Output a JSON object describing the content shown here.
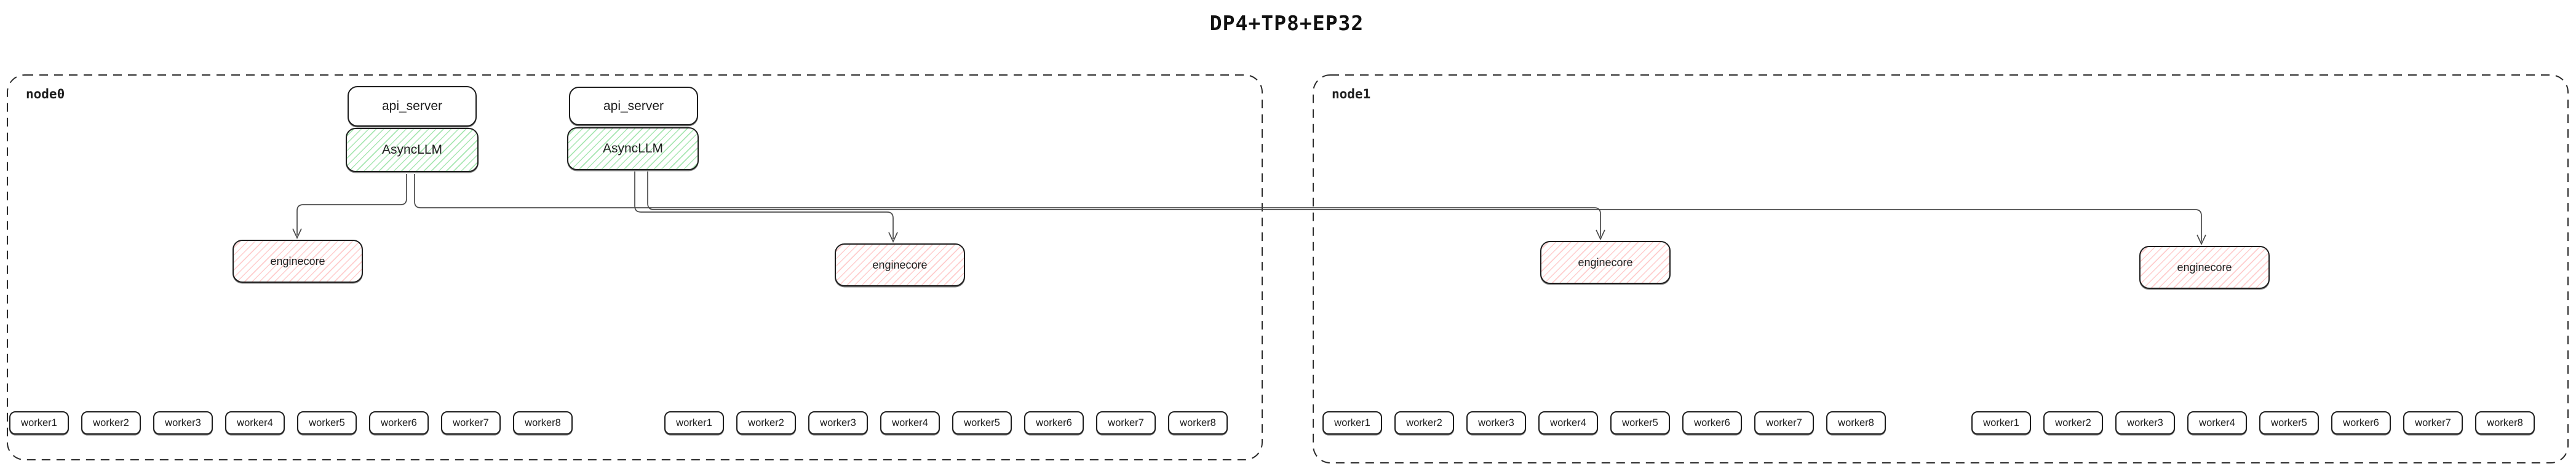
{
  "title": "DP4+TP8+EP32",
  "colors": {
    "ink": "#1e1e1e",
    "connector": "#4a4a4a",
    "async_llm_hatch": "#a9e7b3",
    "enginecore_hatch": "#ffcdcd",
    "background": "#ffffff"
  },
  "nodes": [
    {
      "label": "node0",
      "api_pairs": [
        {
          "api_server": "api_server",
          "async_llm": "AsyncLLM"
        },
        {
          "api_server": "api_server",
          "async_llm": "AsyncLLM"
        }
      ],
      "enginecores": [
        "enginecore",
        "enginecore"
      ],
      "worker_groups": [
        [
          "worker1",
          "worker2",
          "worker3",
          "worker4",
          "worker5",
          "worker6",
          "worker7",
          "worker8"
        ],
        [
          "worker1",
          "worker2",
          "worker3",
          "worker4",
          "worker5",
          "worker6",
          "worker7",
          "worker8"
        ]
      ]
    },
    {
      "label": "node1",
      "api_pairs": [],
      "enginecores": [
        "enginecore",
        "enginecore"
      ],
      "worker_groups": [
        [
          "worker1",
          "worker2",
          "worker3",
          "worker4",
          "worker5",
          "worker6",
          "worker7",
          "worker8"
        ],
        [
          "worker1",
          "worker2",
          "worker3",
          "worker4",
          "worker5",
          "worker6",
          "worker7",
          "worker8"
        ]
      ]
    }
  ]
}
